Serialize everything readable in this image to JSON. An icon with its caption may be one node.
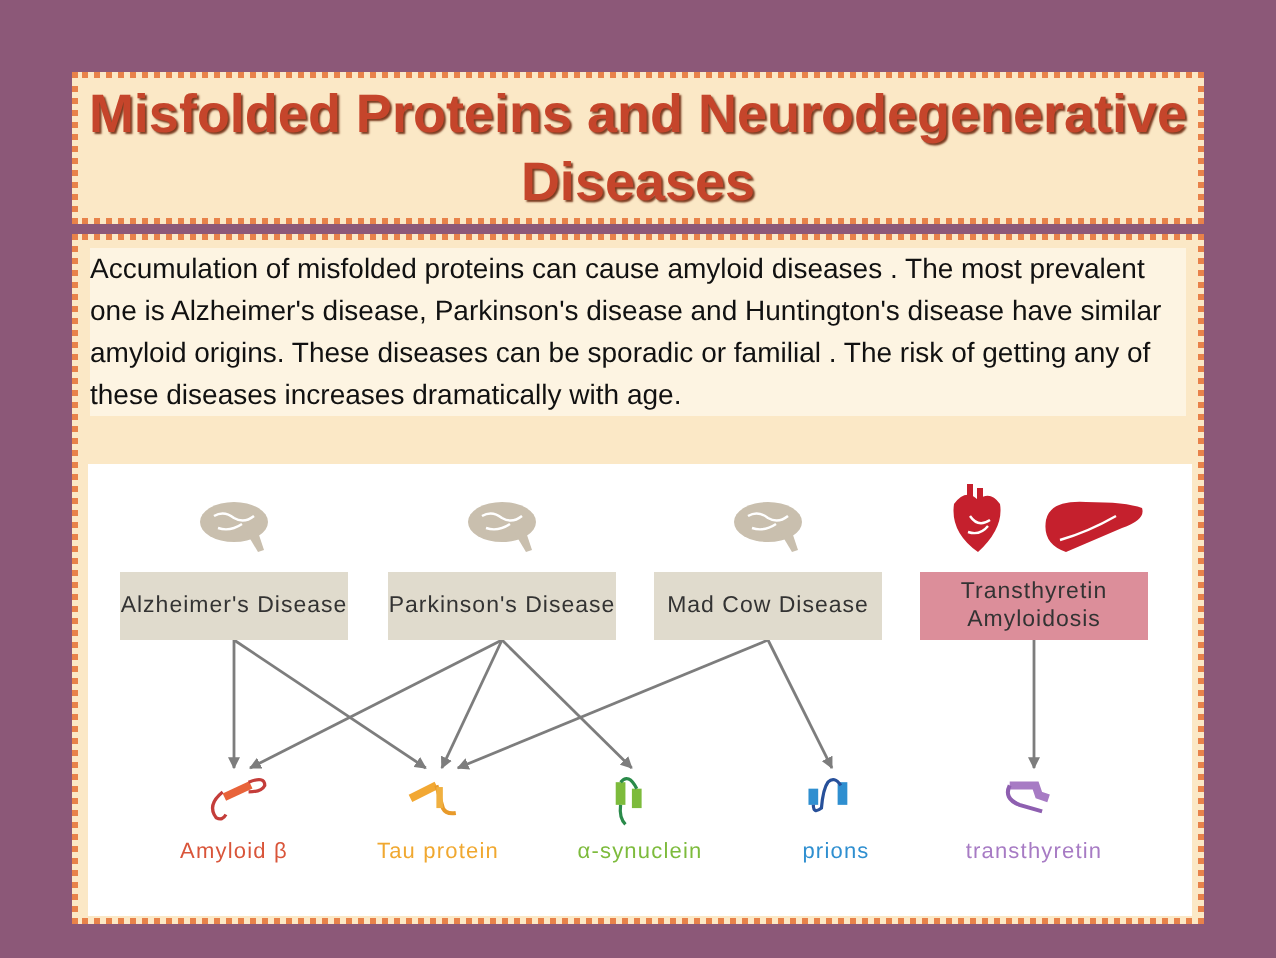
{
  "diagram": {
    "title": "Misfolded Proteins and Neurodegenerative Diseases",
    "nodes": [
      {
        "text": [
          "Alzheimer's Disease"
        ]
      },
      {
        "text": [
          "Parkinson's Disease"
        ]
      },
      {
        "text": [
          "Mad Cow Disease"
        ]
      },
      {
        "text": [
          "Transthyretin Amyloidosis"
        ]
      },
      {
        "text": [
          "Amyloid β"
        ]
      },
      {
        "text": [
          "Tau protein"
        ]
      },
      {
        "text": [
          "α-synuclein"
        ]
      },
      {
        "text": [
          "prions"
        ]
      },
      {
        "text": [
          "transthyretin"
        ]
      }
    ],
    "edges": [
      {
        "from": 0,
        "to": 4,
        "arrow": "to"
      },
      {
        "from": 0,
        "to": 5,
        "arrow": "to"
      },
      {
        "from": 1,
        "to": 4,
        "arrow": "to"
      },
      {
        "from": 1,
        "to": 5,
        "arrow": "to"
      },
      {
        "from": 1,
        "to": 6,
        "arrow": "to"
      },
      {
        "from": 2,
        "to": 5,
        "arrow": "to"
      },
      {
        "from": 2,
        "to": 7,
        "arrow": "to"
      },
      {
        "from": 3,
        "to": 8,
        "arrow": "to"
      }
    ],
    "labels": [
      "Accumulation of misfolded proteins can cause amyloid diseases . The most prevalent one is Alzheimer's disease, Parkinson's disease and Huntington's disease have similar amyloid origins. These diseases can be sporadic or familial . The risk of getting any of these diseases increases dramatically with age."
    ]
  }
}
